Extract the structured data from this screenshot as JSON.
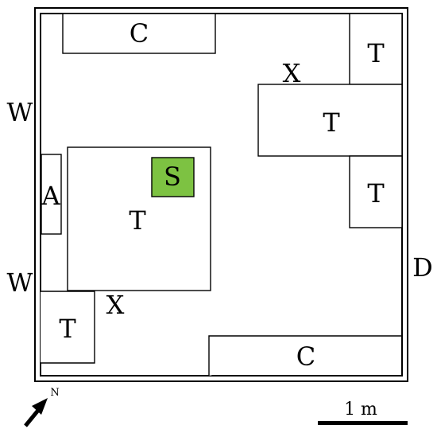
{
  "floorplan": {
    "colors": {
      "outline": "#000000",
      "background": "#ffffff",
      "highlight": "#7dc242"
    },
    "items": {
      "cabinet_top": "C",
      "cabinet_bottom": "C",
      "table_top_right": "T",
      "table_right_middle": "T",
      "table_right_lower": "T",
      "table_center": "T",
      "table_bottom_left": "T",
      "highlight_s": "S",
      "item_a": "A",
      "mark_x_upper": "X",
      "mark_x_lower": "X"
    },
    "walls": {
      "window_upper": "W",
      "window_lower": "W",
      "door": "D"
    },
    "compass": {
      "north": "N",
      "icon": "north-arrow-icon"
    },
    "scale_bar": {
      "label": "1 m"
    }
  }
}
